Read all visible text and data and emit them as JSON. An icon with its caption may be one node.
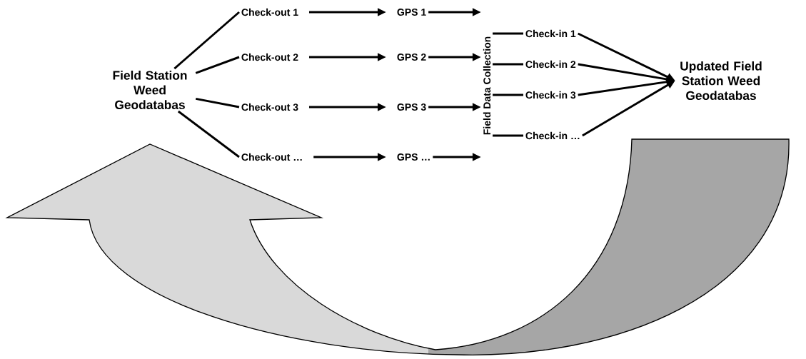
{
  "diagram": {
    "nodes": [
      {
        "text": [
          "Field Station Weed Geodatabas"
        ]
      },
      {
        "text": [
          "Check-out 1"
        ]
      },
      {
        "text": [
          "Check-out 2"
        ]
      },
      {
        "text": [
          "Check-out 3"
        ]
      },
      {
        "text": [
          "Check-out …"
        ]
      },
      {
        "text": [
          "GPS 1"
        ]
      },
      {
        "text": [
          "GPS 2"
        ]
      },
      {
        "text": [
          "GPS 3"
        ]
      },
      {
        "text": [
          "GPS …"
        ]
      },
      {
        "text": [
          "Field Data Collection"
        ]
      },
      {
        "text": [
          "Check-in 1"
        ]
      },
      {
        "text": [
          "Check-in 2"
        ]
      },
      {
        "text": [
          "Check-in 3"
        ]
      },
      {
        "text": [
          "Check-in …"
        ]
      },
      {
        "text": [
          "Updated Field Station Weed Geodatabas"
        ]
      }
    ],
    "edges": [
      {
        "from": 0,
        "to": 1,
        "arrow": "none"
      },
      {
        "from": 0,
        "to": 2,
        "arrow": "none"
      },
      {
        "from": 0,
        "to": 3,
        "arrow": "none"
      },
      {
        "from": 0,
        "to": 4,
        "arrow": "none"
      },
      {
        "from": 1,
        "to": 5,
        "arrow": "to"
      },
      {
        "from": 2,
        "to": 6,
        "arrow": "to"
      },
      {
        "from": 3,
        "to": 7,
        "arrow": "to"
      },
      {
        "from": 4,
        "to": 8,
        "arrow": "to"
      },
      {
        "from": 5,
        "to": 9,
        "arrow": "to"
      },
      {
        "from": 6,
        "to": 9,
        "arrow": "to"
      },
      {
        "from": 7,
        "to": 9,
        "arrow": "to"
      },
      {
        "from": 8,
        "to": 9,
        "arrow": "to"
      },
      {
        "from": 9,
        "to": 10,
        "arrow": "none"
      },
      {
        "from": 9,
        "to": 11,
        "arrow": "none"
      },
      {
        "from": 9,
        "to": 12,
        "arrow": "none"
      },
      {
        "from": 9,
        "to": 13,
        "arrow": "none"
      },
      {
        "from": 10,
        "to": 14,
        "arrow": "to"
      },
      {
        "from": 11,
        "to": 14,
        "arrow": "to"
      },
      {
        "from": 12,
        "to": 14,
        "arrow": "to"
      },
      {
        "from": 13,
        "to": 14,
        "arrow": "to"
      },
      {
        "from": 14,
        "to": 0,
        "arrow": "to",
        "style": "thick"
      }
    ]
  }
}
